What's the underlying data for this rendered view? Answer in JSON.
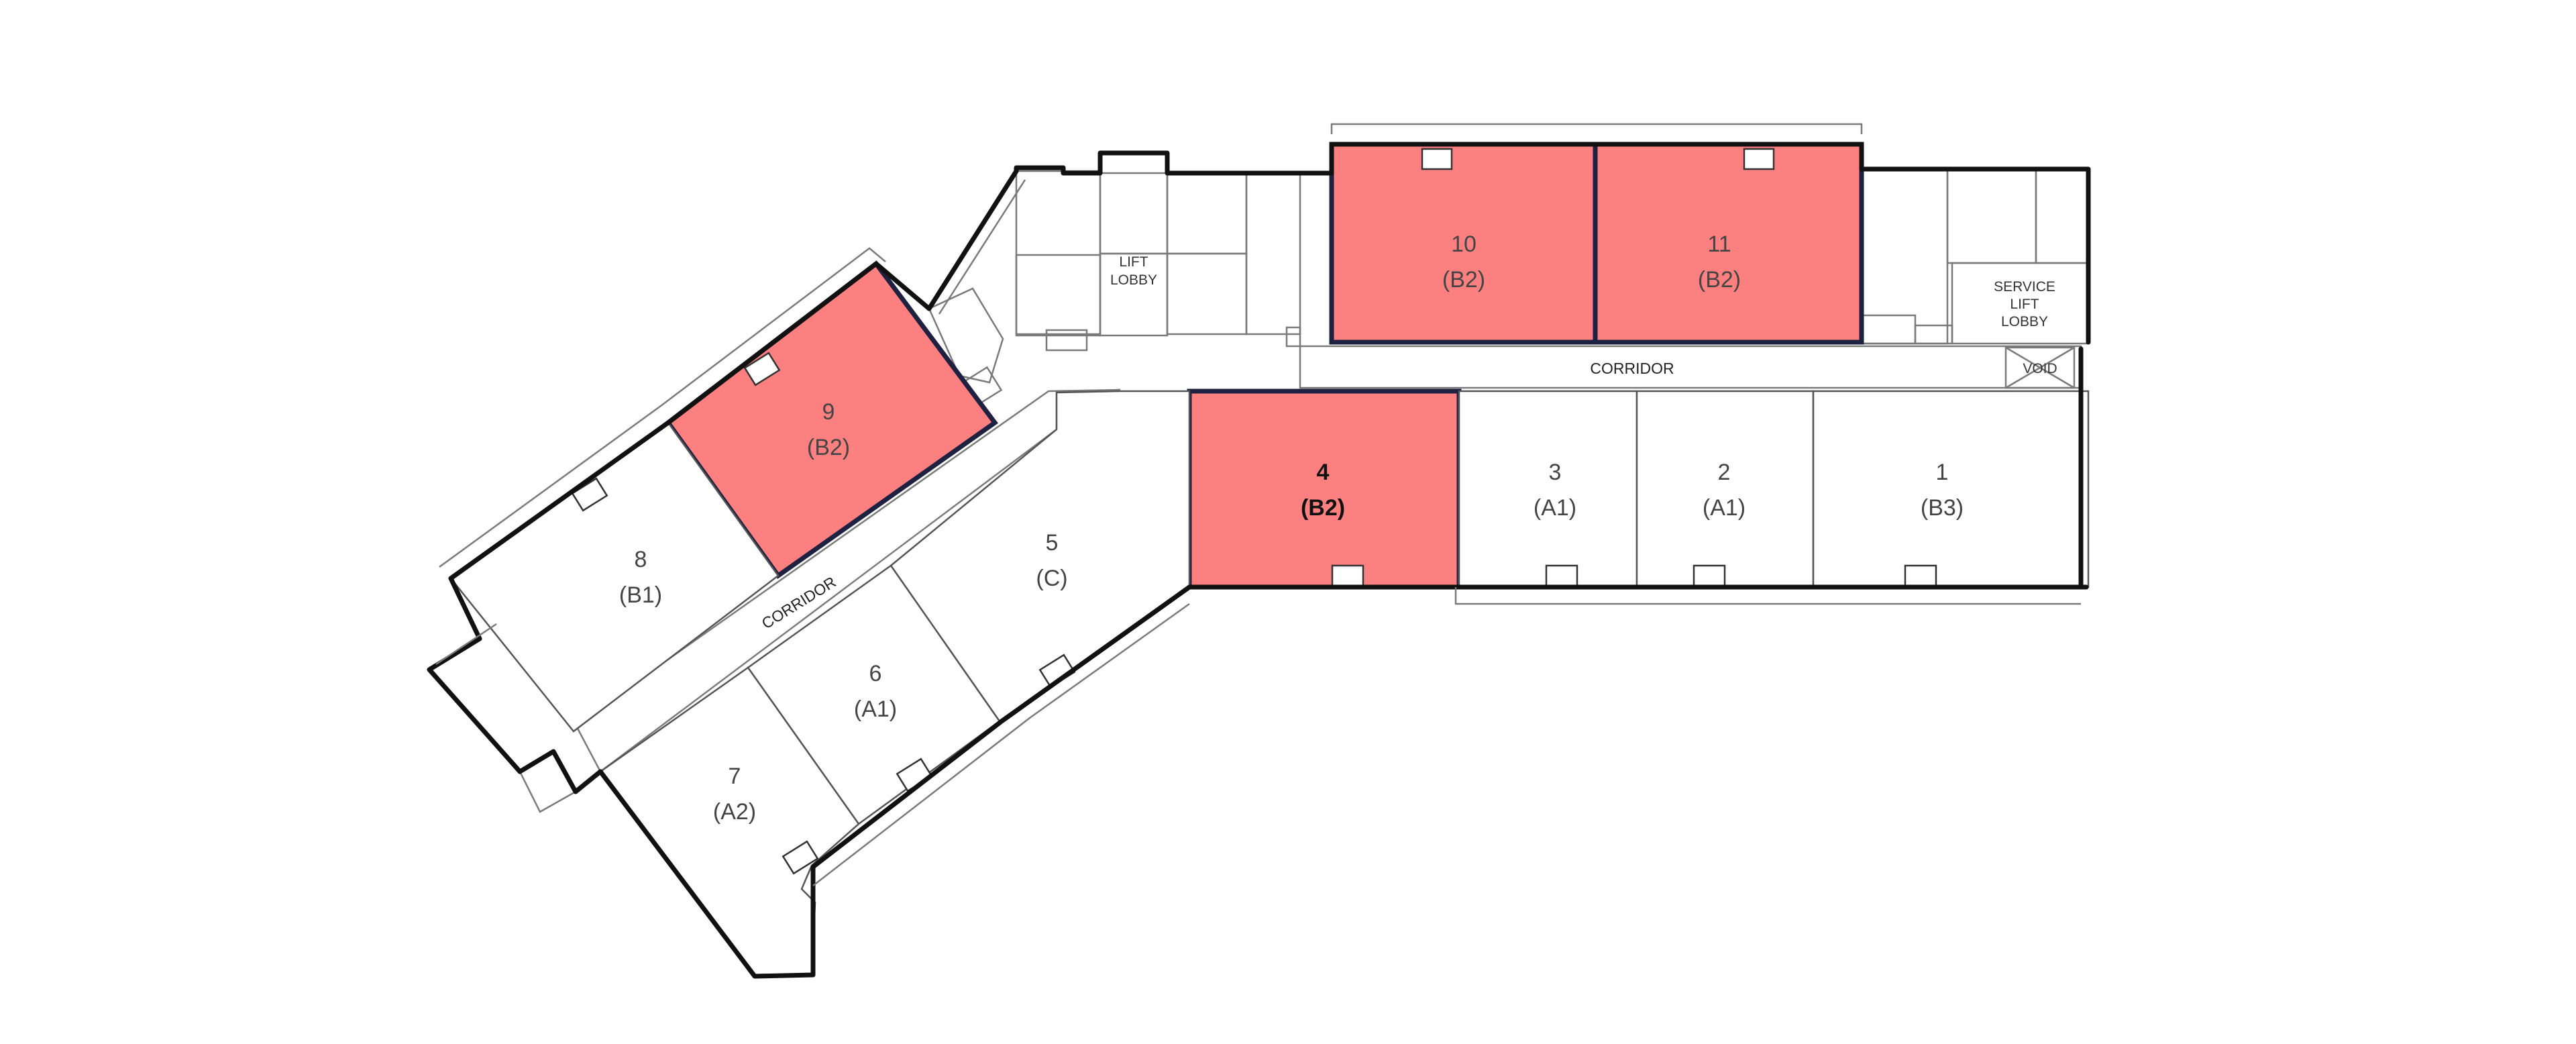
{
  "plan": {
    "units": [
      {
        "id": "1",
        "number": "1",
        "type": "(B3)",
        "status": "available"
      },
      {
        "id": "2",
        "number": "2",
        "type": "(A1)",
        "status": "available"
      },
      {
        "id": "3",
        "number": "3",
        "type": "(A1)",
        "status": "available"
      },
      {
        "id": "4",
        "number": "4",
        "type": "(B2)",
        "status": "highlighted"
      },
      {
        "id": "5",
        "number": "5",
        "type": "(C)",
        "status": "available"
      },
      {
        "id": "6",
        "number": "6",
        "type": "(A1)",
        "status": "available"
      },
      {
        "id": "7",
        "number": "7",
        "type": "(A2)",
        "status": "available"
      },
      {
        "id": "8",
        "number": "8",
        "type": "(B1)",
        "status": "available"
      },
      {
        "id": "9",
        "number": "9",
        "type": "(B2)",
        "status": "highlighted"
      },
      {
        "id": "10",
        "number": "10",
        "type": "(B2)",
        "status": "highlighted"
      },
      {
        "id": "11",
        "number": "11",
        "type": "(B2)",
        "status": "highlighted"
      }
    ],
    "labels": {
      "lift_lobby_line1": "LIFT",
      "lift_lobby_line2": "LOBBY",
      "service_line1": "SERVICE",
      "service_line2": "LIFT",
      "service_line3": "LOBBY",
      "void": "VOID",
      "corridor_top": "CORRIDOR",
      "corridor_diag": "CORRIDOR"
    },
    "colors": {
      "highlight_fill": "#fd8080",
      "highlight_border": "#1e2140",
      "wall": "#111111",
      "partition": "#7a7a7a"
    }
  }
}
